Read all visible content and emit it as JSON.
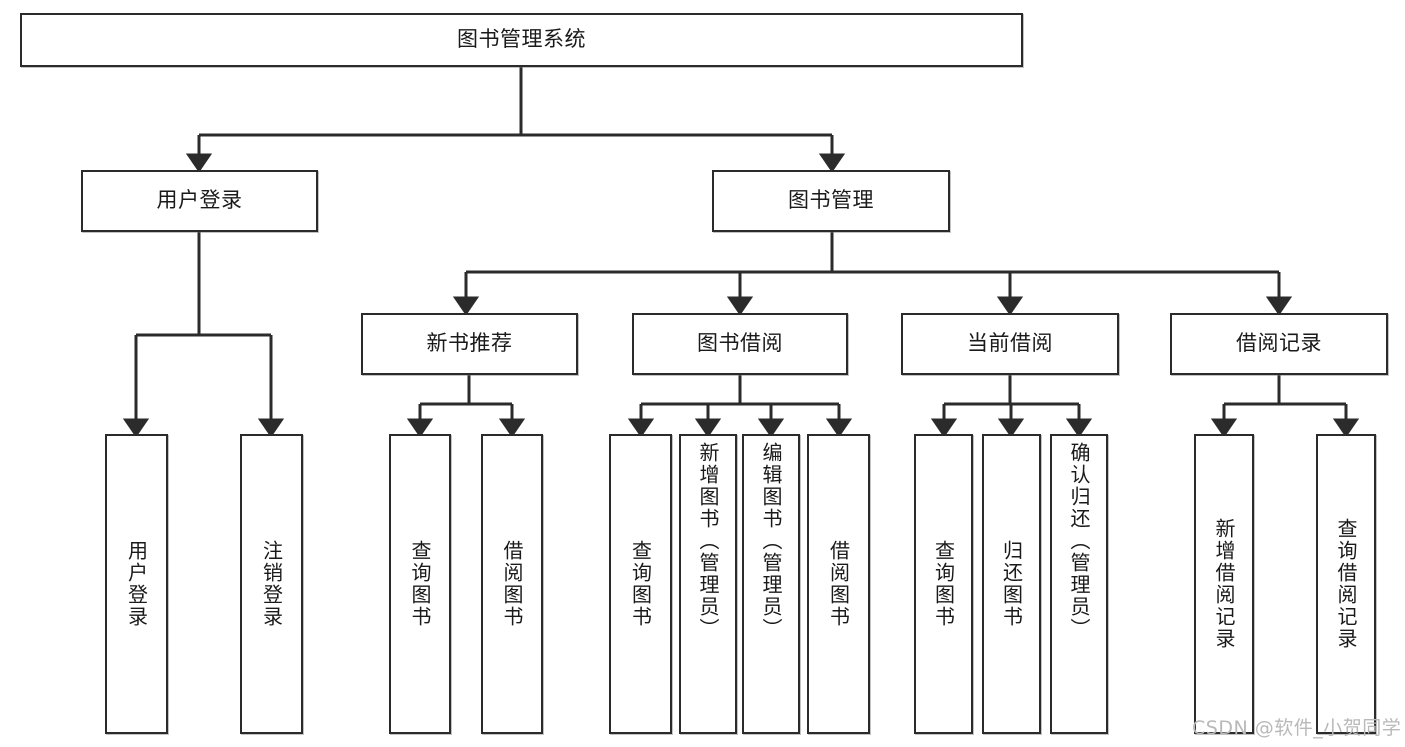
{
  "diagram": {
    "title": "图书管理系统",
    "root": {
      "id": "root",
      "label": "图书管理系统"
    },
    "level2": [
      {
        "id": "user-login",
        "label": "用户登录"
      },
      {
        "id": "book-manage",
        "label": "图书管理"
      }
    ],
    "level3": [
      {
        "id": "new-book-rec",
        "label": "新书推荐"
      },
      {
        "id": "book-borrow",
        "label": "图书借阅"
      },
      {
        "id": "current-borrow",
        "label": "当前借阅"
      },
      {
        "id": "borrow-record",
        "label": "借阅记录"
      }
    ],
    "leaves": {
      "user_login": [
        {
          "id": "leaf-user-login",
          "label": "用户登录"
        },
        {
          "id": "leaf-logout",
          "label": "注销登录"
        }
      ],
      "new_book_rec": [
        {
          "id": "leaf-query-book-1",
          "label": "查询图书"
        },
        {
          "id": "leaf-borrow-book-1",
          "label": "借阅图书"
        }
      ],
      "book_borrow": [
        {
          "id": "leaf-query-book-2",
          "label": "查询图书"
        },
        {
          "id": "leaf-add-book",
          "label": "新增图书（管理员）"
        },
        {
          "id": "leaf-edit-book",
          "label": "编辑图书（管理员）"
        },
        {
          "id": "leaf-borrow-book-2",
          "label": "借阅图书"
        }
      ],
      "current_borrow": [
        {
          "id": "leaf-query-book-3",
          "label": "查询图书"
        },
        {
          "id": "leaf-return-book",
          "label": "归还图书"
        },
        {
          "id": "leaf-confirm-return",
          "label": "确认归还（管理员）"
        }
      ],
      "borrow_record": [
        {
          "id": "leaf-add-record",
          "label": "新增借阅记录"
        },
        {
          "id": "leaf-query-record",
          "label": "查询借阅记录"
        }
      ]
    },
    "watermark": "CSDN @软件_小贺同学",
    "colors": {
      "stroke": "#2b2b2b",
      "fill": "#ffffff",
      "text": "#1a1a1a",
      "watermark": "#b9b9b9"
    }
  }
}
